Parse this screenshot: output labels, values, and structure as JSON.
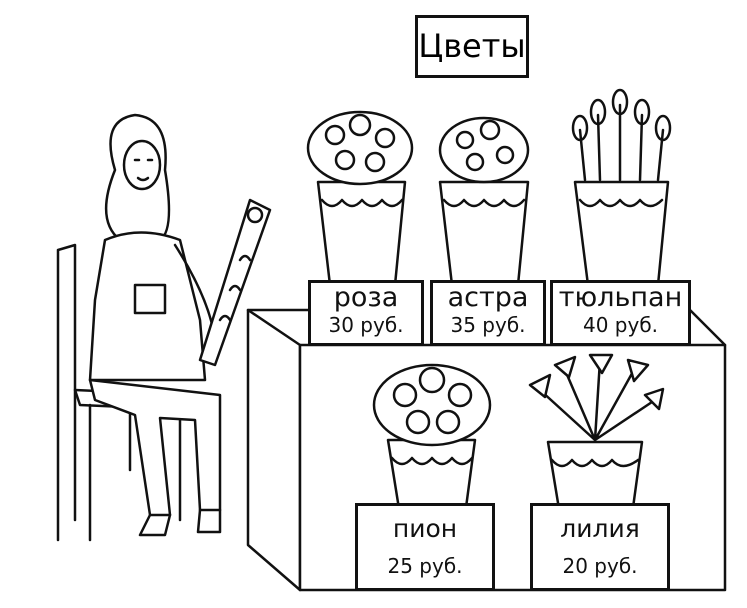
{
  "title": "Цветы",
  "flowers": [
    {
      "name": "роза",
      "price": "30 руб."
    },
    {
      "name": "астра",
      "price": "35 руб."
    },
    {
      "name": "тюльпан",
      "price": "40 руб."
    },
    {
      "name": "пион",
      "price": "25 руб."
    },
    {
      "name": "лилия",
      "price": "20 руб."
    }
  ]
}
